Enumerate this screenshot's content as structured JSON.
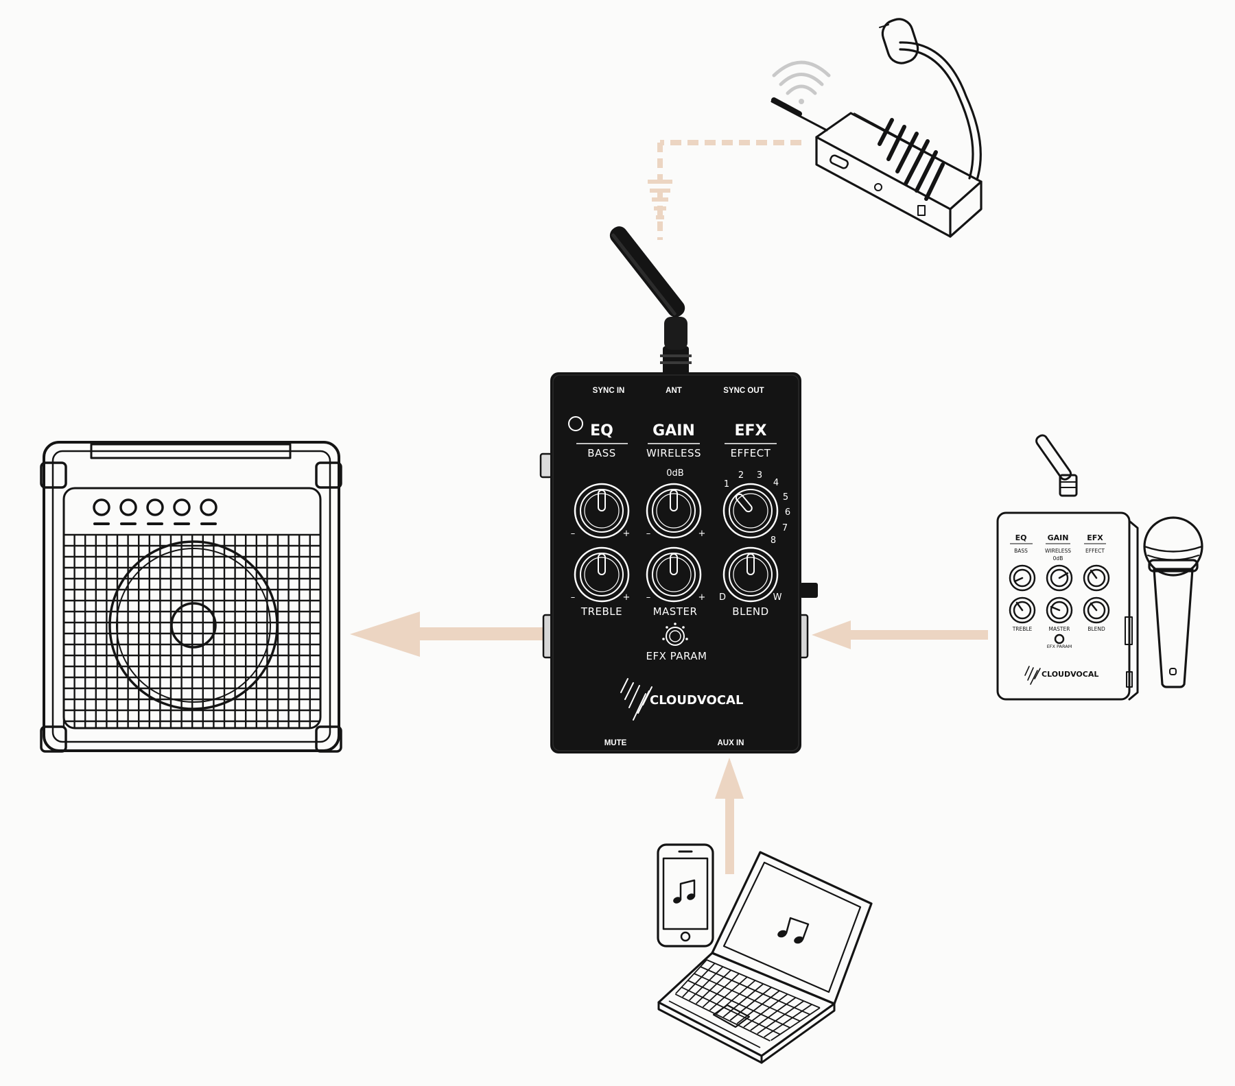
{
  "colors": {
    "arrow": "#ecd5c2",
    "device": "#141414",
    "outline": "#141414",
    "background": "#fbfbfa"
  },
  "device": {
    "top_ports": {
      "sync_in": "SYNC IN",
      "ant": "ANT",
      "sync_out": "SYNC OUT"
    },
    "sections": {
      "eq": "EQ",
      "gain": "GAIN",
      "efx": "EFX"
    },
    "sub_labels": {
      "bass": "BASS",
      "wireless": "WIRELESS",
      "effect": "EFFECT"
    },
    "odb": "0dB",
    "knob_labels": {
      "treble": "TREBLE",
      "master": "MASTER",
      "blend": "BLEND",
      "efx_param": "EFX PARAM"
    },
    "signs": {
      "minus": "–",
      "plus": "+",
      "dry": "D",
      "wet": "W"
    },
    "effect_numbers": [
      "1",
      "2",
      "3",
      "4",
      "5",
      "6",
      "7",
      "8"
    ],
    "brand": "CLOUDVOCAL",
    "bottom_ports": {
      "mute": "MUTE",
      "aux_in": "AUX IN"
    }
  },
  "icons": {
    "amplifier": "guitar-amplifier-icon",
    "headset_transmitter": "bodypack-transmitter-with-gooseneck-mic-icon",
    "small_receiver": "mini-cloudvocal-receiver-icon",
    "microphone": "handheld-microphone-icon",
    "phone": "smartphone-music-icon",
    "laptop": "laptop-music-icon",
    "wifi": "wifi-signal-icon"
  }
}
